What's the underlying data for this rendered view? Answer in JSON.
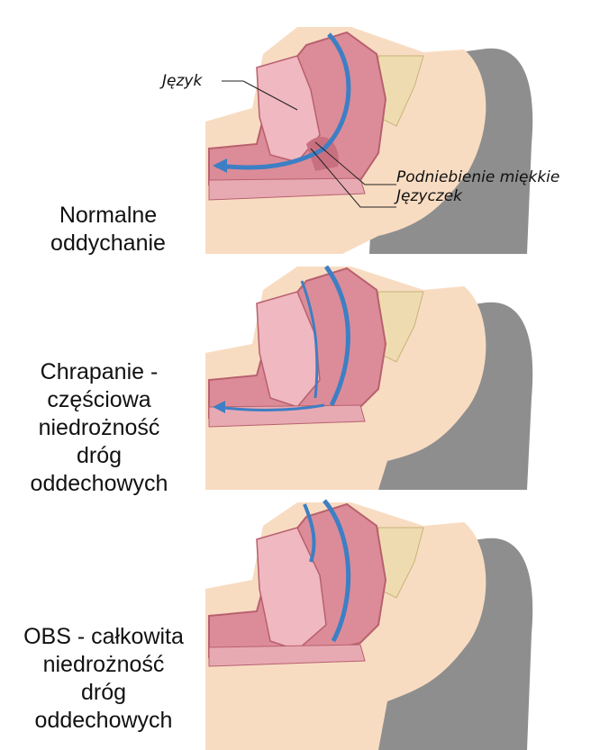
{
  "panels": [
    {
      "caption_lines": [
        "Normalne",
        "oddychanie"
      ]
    },
    {
      "caption_lines": [
        "Chrapanie -",
        "częściowa",
        "niedrożność",
        "dróg",
        "oddechowych"
      ]
    },
    {
      "caption_lines": [
        "OBS - całkowita",
        "niedrożność",
        "dróg",
        "oddechowych"
      ]
    }
  ],
  "labels": {
    "tongue": "Język",
    "soft_palate": "Podniebienie miękkie",
    "uvula": "Języczek"
  },
  "colors": {
    "skin": "#f8dcc2",
    "pillow": "#8e8e8e",
    "tissue": "#dc8c98",
    "tissue_dark": "#b8606e",
    "tongue": "#f0b8c0",
    "bone": "#eedcb0",
    "airflow": "#3d7fc4"
  }
}
